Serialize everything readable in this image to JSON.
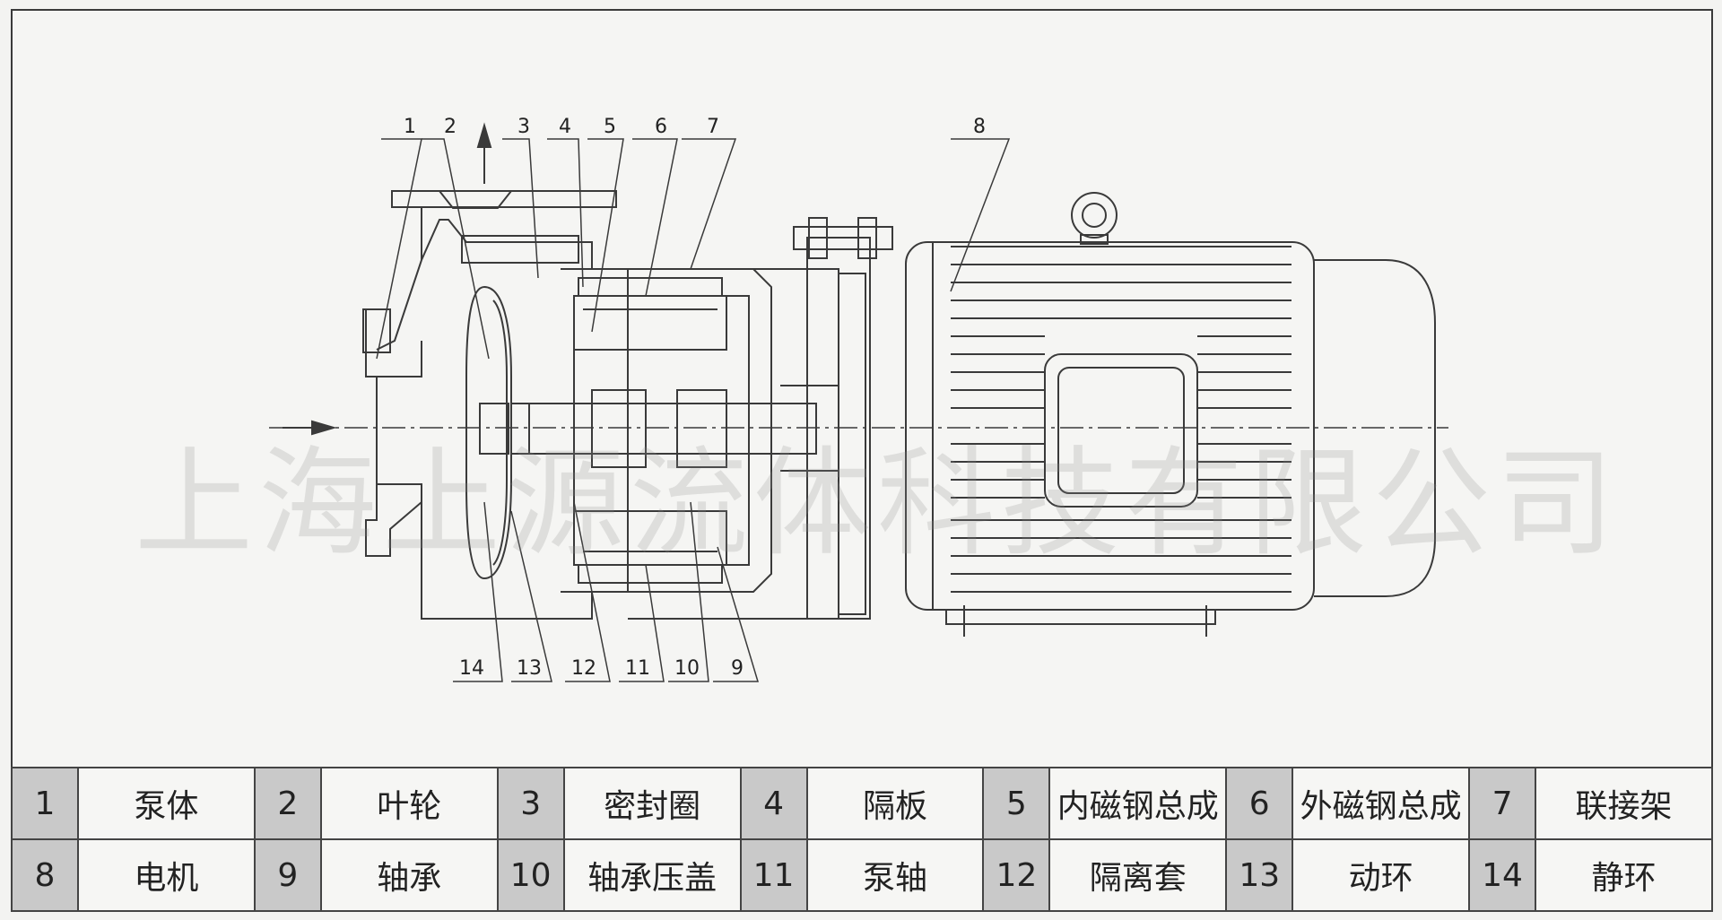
{
  "diagram": {
    "callouts_top": [
      {
        "num": "1"
      },
      {
        "num": "2"
      },
      {
        "num": "3"
      },
      {
        "num": "4"
      },
      {
        "num": "5"
      },
      {
        "num": "6"
      },
      {
        "num": "7"
      },
      {
        "num": "8"
      }
    ],
    "callouts_bottom": [
      {
        "num": "14"
      },
      {
        "num": "13"
      },
      {
        "num": "12"
      },
      {
        "num": "11"
      },
      {
        "num": "10"
      },
      {
        "num": "9"
      }
    ],
    "watermark": "上海上源流体科技有限公司"
  },
  "parts_table": {
    "row1": [
      {
        "num": "1",
        "name": "泵体"
      },
      {
        "num": "2",
        "name": "叶轮"
      },
      {
        "num": "3",
        "name": "密封圈"
      },
      {
        "num": "4",
        "name": "隔板"
      },
      {
        "num": "5",
        "name": "内磁钢总成"
      },
      {
        "num": "6",
        "name": "外磁钢总成"
      },
      {
        "num": "7",
        "name": "联接架"
      }
    ],
    "row2": [
      {
        "num": "8",
        "name": "电机"
      },
      {
        "num": "9",
        "name": "轴承"
      },
      {
        "num": "10",
        "name": "轴承压盖"
      },
      {
        "num": "11",
        "name": "泵轴"
      },
      {
        "num": "12",
        "name": "隔离套"
      },
      {
        "num": "13",
        "name": "动环"
      },
      {
        "num": "14",
        "name": "静环"
      }
    ]
  },
  "colors": {
    "line": "#3a3a3a",
    "cell_shade": "#c9c9c9",
    "paper": "#f5f5f3"
  }
}
